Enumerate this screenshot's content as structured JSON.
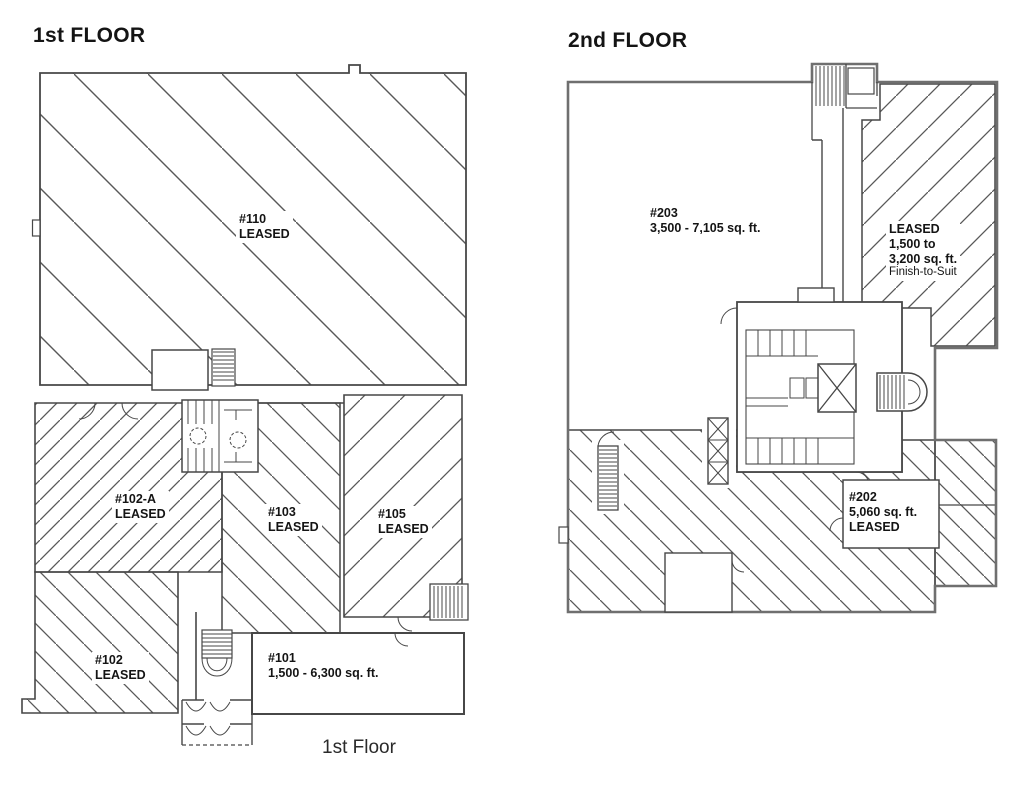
{
  "colors": {
    "background": "#ffffff",
    "wall_line": "#474747",
    "hatch_line": "#585858",
    "outer_wall_2f": "#6f6f6f",
    "label_text": "#141414"
  },
  "floor1": {
    "title": "1st FLOOR",
    "caption": "1st Floor",
    "suites": [
      {
        "name": "suite-110",
        "lines": [
          "#110",
          "LEASED"
        ]
      },
      {
        "name": "suite-102a",
        "lines": [
          "#102-A",
          "LEASED"
        ]
      },
      {
        "name": "suite-103",
        "lines": [
          "#103",
          "LEASED"
        ]
      },
      {
        "name": "suite-105",
        "lines": [
          "#105",
          "LEASED"
        ]
      },
      {
        "name": "suite-102",
        "lines": [
          "#102",
          "LEASED"
        ]
      },
      {
        "name": "suite-101",
        "lines": [
          "#101",
          "1,500 - 6,300 sq. ft."
        ]
      }
    ]
  },
  "floor2": {
    "title": "2nd FLOOR",
    "suites": [
      {
        "name": "suite-203",
        "lines": [
          "#203",
          "3,500 - 7,105 sq. ft."
        ]
      },
      {
        "name": "suite-2f-leased",
        "lines": [
          "LEASED",
          "1,500 to",
          "3,200 sq. ft."
        ],
        "note": "Finish-to-Suit"
      },
      {
        "name": "suite-202",
        "lines": [
          "#202",
          "5,060 sq. ft.",
          "LEASED"
        ]
      }
    ]
  }
}
